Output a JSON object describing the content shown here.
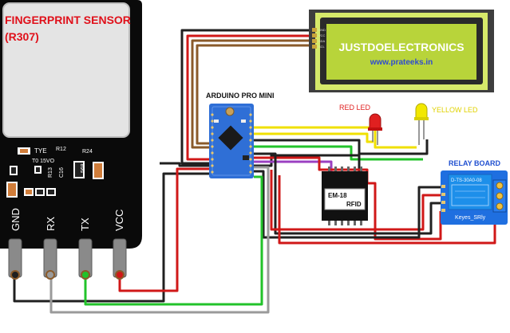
{
  "fingerprint": {
    "title_line1": "FINGERPRINT SENSOR",
    "title_line2": "(R307)",
    "chip_tye": "TYE",
    "chip_t0": "T0 15VO",
    "ref_r12": "R12",
    "ref_r24": "R24",
    "ref_r13": "R13",
    "ref_c16": "C16",
    "ref_568": "568",
    "pins": [
      "GND",
      "RX",
      "TX",
      "VCC"
    ]
  },
  "lcd": {
    "line1": "JUSTDOELECTRONICS",
    "line2": "www.prateeks.in",
    "pin_labels": [
      "GND",
      "VCC",
      "SDA",
      "SCL"
    ],
    "screen_color": "#b8d43a",
    "frame_color": "#d6e96a"
  },
  "arduino": {
    "label": "ARDUINO PRO MINI",
    "board_color": "#2f6fd6"
  },
  "red_led": {
    "label": "RED LED",
    "color": "#e02020"
  },
  "yellow_led": {
    "label": "YELLOW LED",
    "color": "#f2e800"
  },
  "rfid": {
    "label_line1": "EM-18",
    "label_line2": "RFID"
  },
  "relay": {
    "label": "RELAY BOARD",
    "relay_text": "D-TS-30A0-08",
    "brand": "Keyes_SRly",
    "body_color": "#1f6fe0"
  },
  "wire_colors": {
    "red": "#d01818",
    "black": "#202020",
    "green": "#22c32a",
    "grey": "#9a9a9a",
    "yellow": "#f0e000",
    "brown": "#8a5a2a",
    "purple": "#9b3fc0"
  }
}
